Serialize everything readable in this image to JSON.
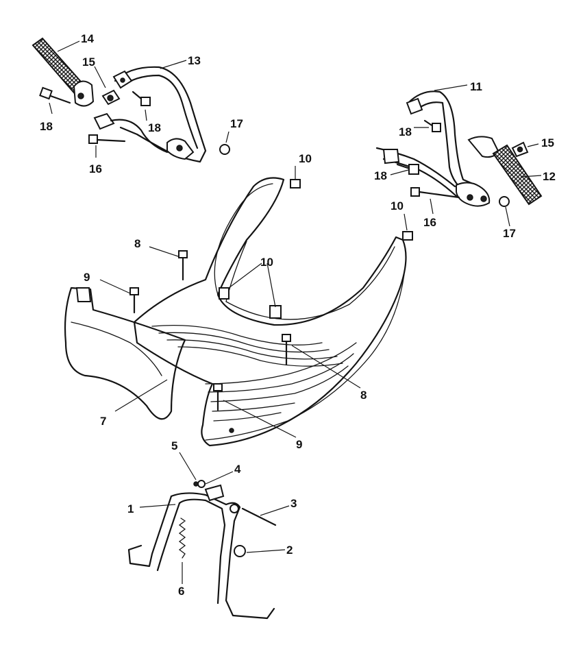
{
  "diagram": {
    "callouts": {
      "c1": "1",
      "c2": "2",
      "c3": "3",
      "c4": "4",
      "c5": "5",
      "c6": "6",
      "c7": "7",
      "c8a": "8",
      "c8b": "8",
      "c9a": "9",
      "c9b": "9",
      "c10a": "10",
      "c10b": "10",
      "c10c": "10",
      "c11": "11",
      "c12": "12",
      "c13": "13",
      "c14": "14",
      "c15a": "15",
      "c15b": "15",
      "c16a": "16",
      "c16b": "16",
      "c17a": "17",
      "c17b": "17",
      "c18a": "18",
      "c18b": "18",
      "c18c": "18",
      "c18d": "18"
    }
  }
}
